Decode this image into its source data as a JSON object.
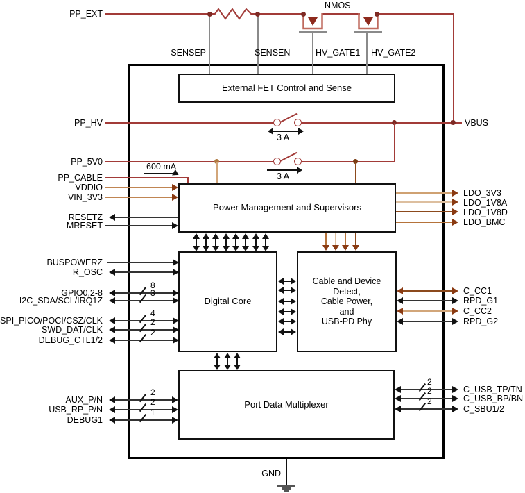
{
  "colors": {
    "wire_red": "#a23b38",
    "junction_red": "#7e2a24",
    "tan": "#cfa172",
    "tan_light": "#ddbf9f",
    "brown": "#b5733a",
    "brown_dark": "#8c4a1d",
    "arrow_brown": "#8a3a12",
    "wire_black": "#333333"
  },
  "top": {
    "nmos": "NMOS",
    "pp_ext": "PP_EXT",
    "sensep": "SENSEP",
    "sensen": "SENSEN",
    "hv_gate1": "HV_GATE1",
    "hv_gate2": "HV_GATE2",
    "vbus": "VBUS"
  },
  "power": {
    "pp_hv": "PP_HV",
    "pp_5v0": "PP_5V0",
    "pp_cable": "PP_CABLE",
    "vddio": "VDDIO",
    "vin_3v3": "VIN_3V3",
    "resetz": "RESETZ",
    "mreset": "MRESET",
    "sw_hv_rating": "3 A",
    "sw_5v_rating": "3 A",
    "cable_current": "600 mA",
    "gnd": "GND"
  },
  "blocks": {
    "ext_fet": "External FET Control and Sense",
    "pms": "Power Management and Supervisors",
    "digital_core": "Digital Core",
    "cable_detect_lines": [
      "Cable and Device",
      "Detect,",
      "Cable Power,",
      "and",
      "USB-PD Phy"
    ],
    "port_mux": "Port Data Multiplexer"
  },
  "left_signals": [
    {
      "label": "BUSPOWERZ",
      "width": ""
    },
    {
      "label": "R_OSC",
      "width": ""
    },
    {
      "label": "GPIO0,2-8",
      "width": "8"
    },
    {
      "label": "I2C_SDA/SCL/IRQ1Z",
      "width": "3"
    },
    {
      "label": "SPI_PICO/POCI/CSZ/CLK",
      "width": "4"
    },
    {
      "label": "SWD_DAT/CLK",
      "width": "2"
    },
    {
      "label": "DEBUG_CTL1/2",
      "width": "2"
    },
    {
      "label": "AUX_P/N",
      "width": "2"
    },
    {
      "label": "USB_RP_P/N",
      "width": "2"
    },
    {
      "label": "DEBUG1",
      "width": "1"
    }
  ],
  "right_signals": [
    {
      "label": "LDO_3V3"
    },
    {
      "label": "LDO_1V8A"
    },
    {
      "label": "LDO_1V8D"
    },
    {
      "label": "LDO_BMC"
    },
    {
      "label": "C_CC1"
    },
    {
      "label": "RPD_G1"
    },
    {
      "label": "C_CC2"
    },
    {
      "label": "RPD_G2"
    },
    {
      "label": "C_USB_TP/TN",
      "width": "2"
    },
    {
      "label": "C_USB_BP/BN",
      "width": "2"
    },
    {
      "label": "C_SBU1/2",
      "width": "2"
    }
  ]
}
